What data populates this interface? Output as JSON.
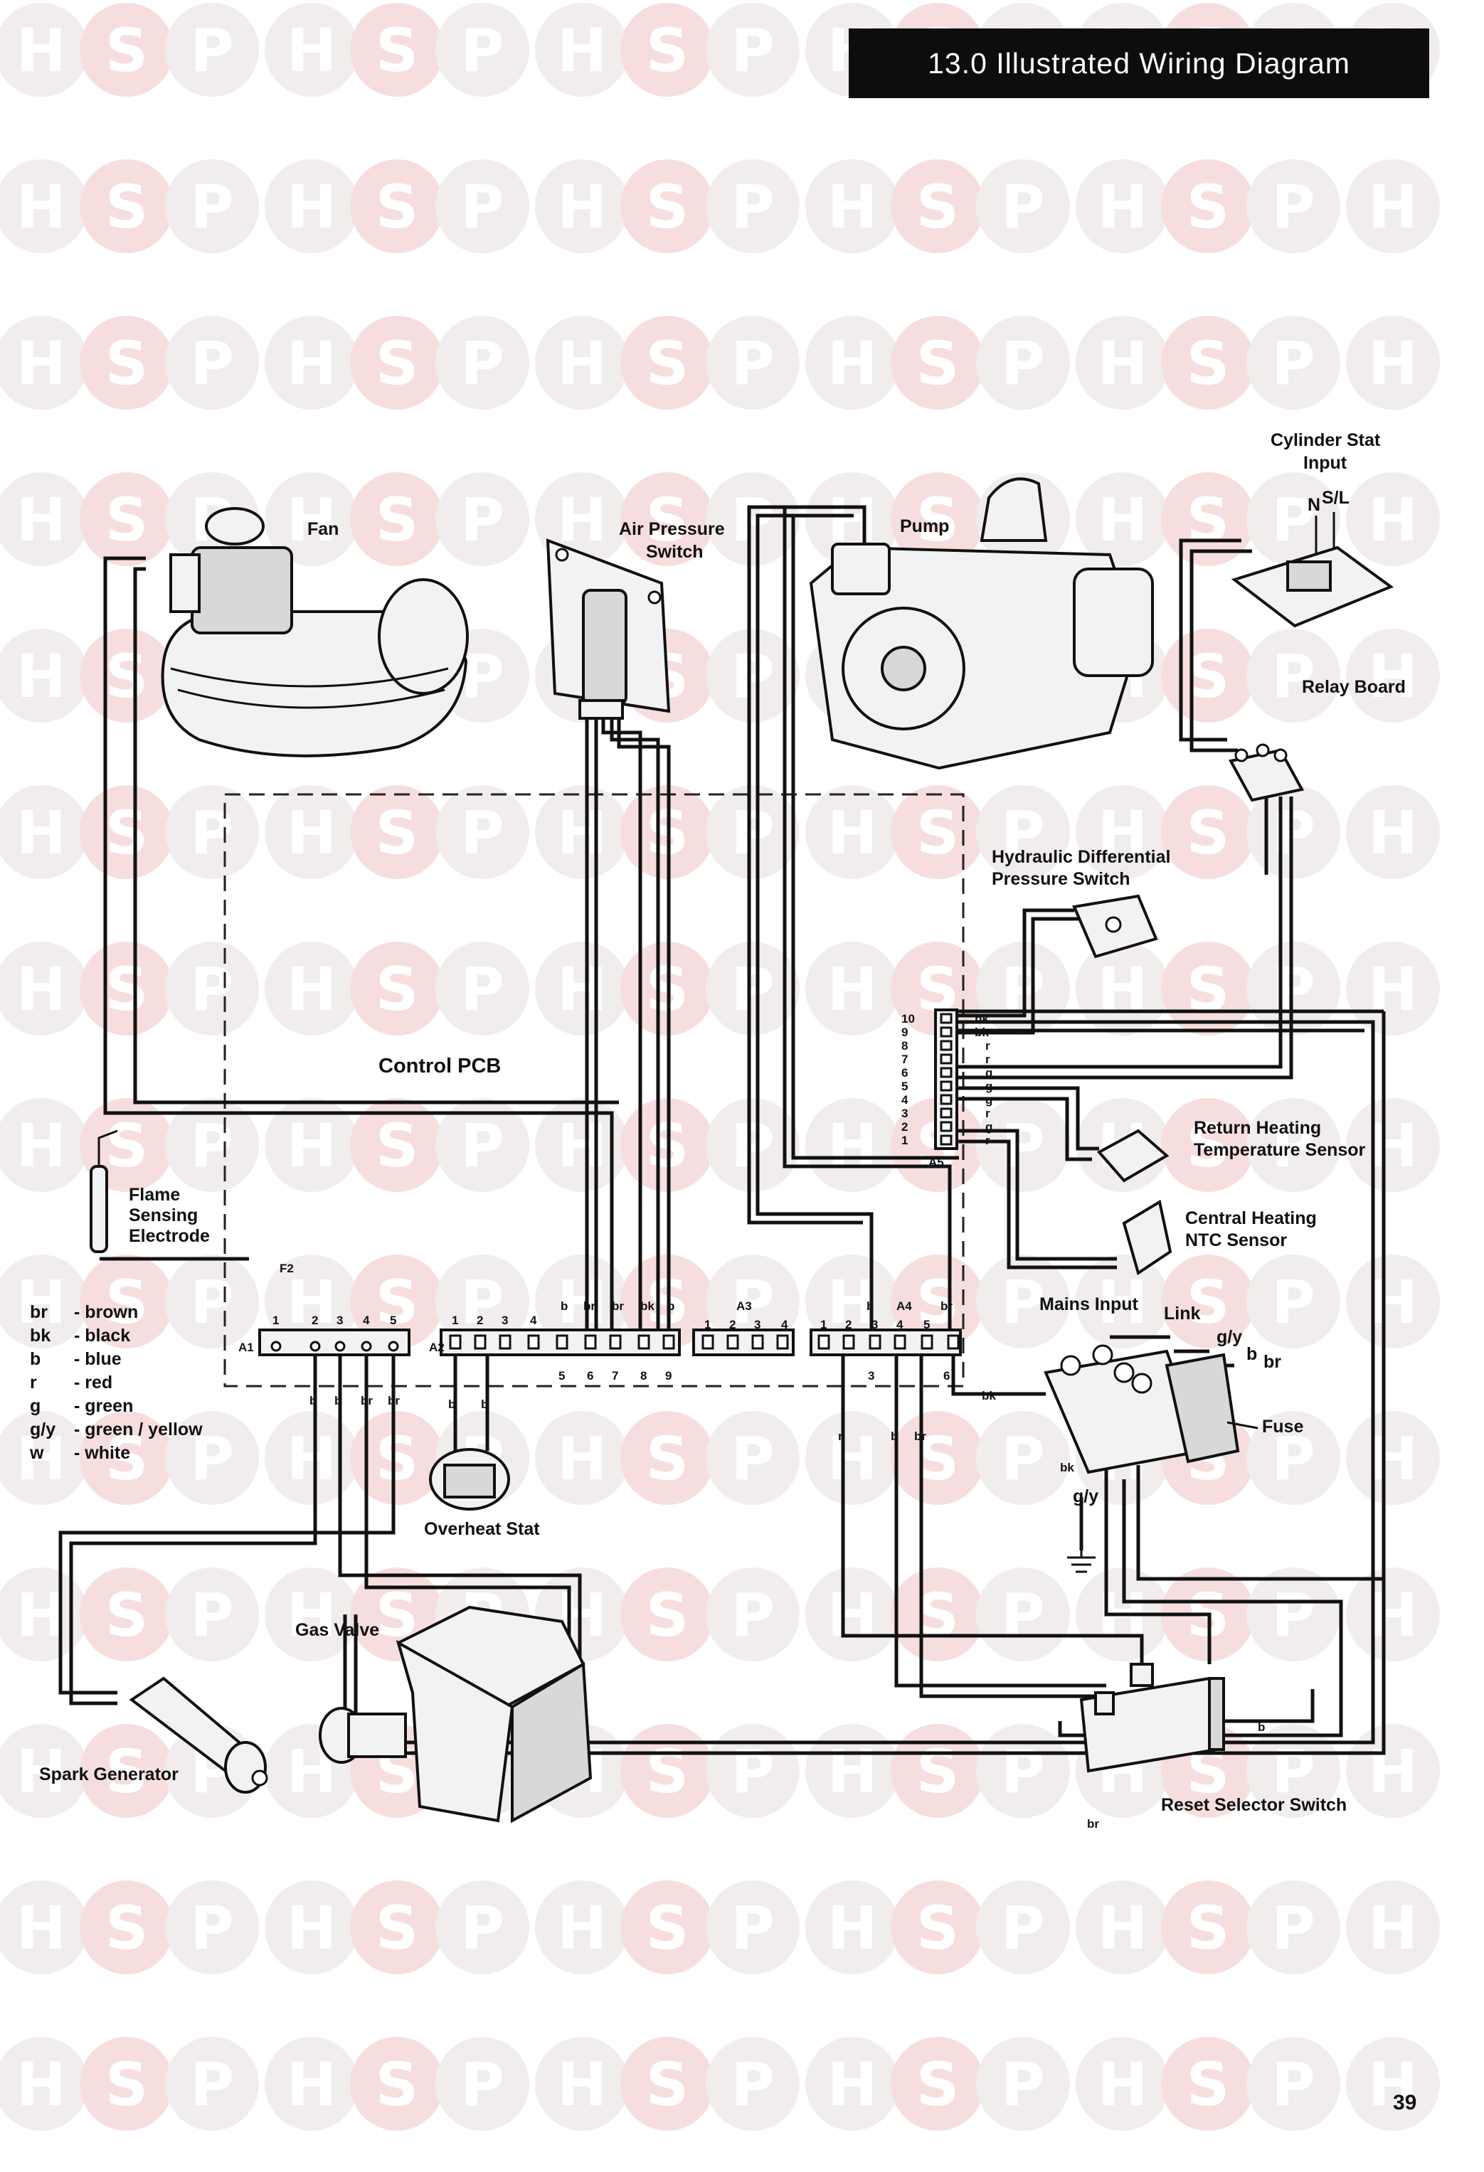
{
  "header": {
    "title": "13.0  Illustrated Wiring Diagram"
  },
  "watermark": {
    "letters": [
      "H",
      "S",
      "P"
    ]
  },
  "page_number": "39",
  "components": {
    "fan": "Fan",
    "air_pressure_switch": [
      "Air Pressure",
      "Switch"
    ],
    "pump": "Pump",
    "cylinder_stat": [
      "Cylinder Stat",
      "Input"
    ],
    "cylinder_terminals": {
      "n": "N",
      "sl": "S/L"
    },
    "relay_board": "Relay Board",
    "hydraulic_switch": [
      "Hydraulic Differential",
      "Pressure Switch"
    ],
    "control_pcb": "Control PCB",
    "flame_electrode": [
      "Flame",
      "Sensing",
      "Electrode"
    ],
    "f2": "F2",
    "return_sensor": [
      "Return Heating",
      "Temperature Sensor"
    ],
    "ch_sensor": [
      "Central Heating",
      "NTC Sensor"
    ],
    "mains_input": "Mains Input",
    "link": "Link",
    "fuse": "Fuse",
    "overheat_stat": "Overheat Stat",
    "gas_valve": "Gas Valve",
    "spark_generator": "Spark Generator",
    "reset_selector": "Reset Selector Switch"
  },
  "legend": [
    {
      "code": "br",
      "name": "- brown"
    },
    {
      "code": "bk",
      "name": "- black"
    },
    {
      "code": "b",
      "name": "- blue"
    },
    {
      "code": "r",
      "name": "- red"
    },
    {
      "code": "g",
      "name": "- green"
    },
    {
      "code": "g/y",
      "name": "- green / yellow"
    },
    {
      "code": "w",
      "name": "- white"
    }
  ],
  "connectors": {
    "a1": {
      "name": "A1",
      "pins": [
        "1",
        "2",
        "3",
        "4",
        "5"
      ],
      "wires": [
        "b",
        "b",
        "br",
        "br"
      ]
    },
    "a2": {
      "name": "A2",
      "pins_top": [
        "1",
        "2",
        "3",
        "4"
      ],
      "pins_bottom": [
        "5",
        "6",
        "7",
        "8",
        "9"
      ],
      "wires_top": [
        "b",
        "br",
        "br",
        "bk",
        "b"
      ],
      "wires_bottom": [
        "b",
        "b"
      ]
    },
    "a3": {
      "name": "A3",
      "pins": [
        "1",
        "2",
        "3",
        "4"
      ]
    },
    "a4": {
      "name": "A4",
      "pins_top": [
        "1",
        "2",
        "3",
        "4",
        "5"
      ],
      "pin_bottom_3": "3",
      "pin_bottom_6": "6",
      "wires_top": [
        "b",
        "br"
      ],
      "wires_bottom": [
        "r",
        "b",
        "br"
      ],
      "wire_side": "bk"
    },
    "a5": {
      "name": "A5",
      "pins": [
        "10",
        "9",
        "8",
        "7",
        "6",
        "5",
        "4",
        "3",
        "2",
        "1"
      ],
      "wires": [
        "bk",
        "bk",
        "r",
        "r",
        "g",
        "g",
        "g",
        "r",
        "g",
        "r"
      ]
    }
  },
  "mains_wires": {
    "gy_top": "g/y",
    "b": "b",
    "br": "br",
    "bk": "bk",
    "gy_bottom": "g/y"
  },
  "reset_wires": {
    "b": "b",
    "br": "br"
  }
}
